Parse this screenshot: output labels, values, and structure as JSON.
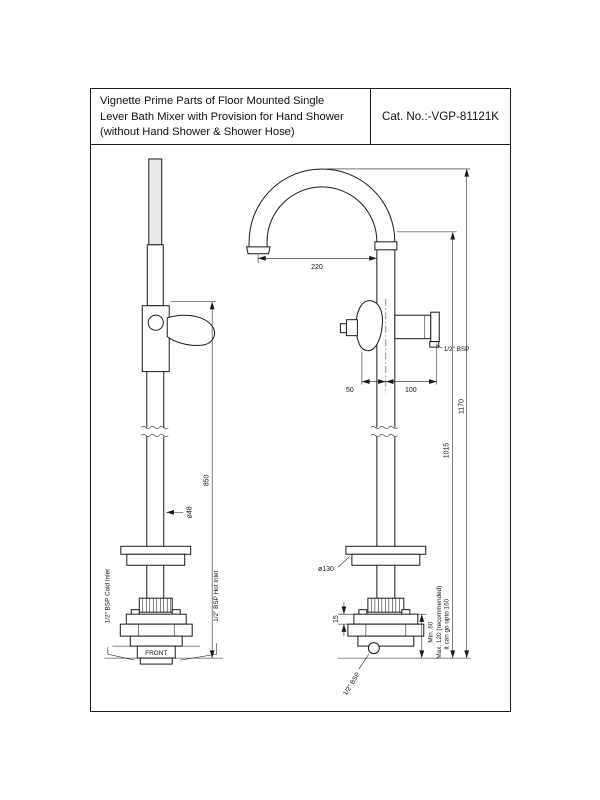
{
  "title_block": {
    "description_lines": [
      "Vignette Prime Parts of Floor Mounted Single",
      "Lever Bath Mixer with Provision for Hand Shower",
      "(without Hand Shower & Shower Hose)"
    ],
    "cat_no": "Cat. No.:-VGP-81121K"
  },
  "front_view": {
    "dia_column": "ø48",
    "height_to_body": "850",
    "cold_inlet": "1/2\" BSP Cold Inlet",
    "hot_inlet": "1/2\" BSP Hot Inlet",
    "orientation": "FRONT"
  },
  "side_view": {
    "spout_reach": "220",
    "handle_offset": "50",
    "outlet_offset": "100",
    "hand_shower_outlet": "1/2\" BSP",
    "overall_height": "1170",
    "spout_height": "1015",
    "dia_flange": "ø130",
    "plate_thickness": "15",
    "embed_min": "Min. 60",
    "embed_max_1": "Max. 120 (recommended)",
    "embed_max_2": "it can go upto 160",
    "bottom_inlet": "1/2\" BSP"
  },
  "colors": {
    "line": "#1a1a1a",
    "paper": "#ffffff"
  }
}
